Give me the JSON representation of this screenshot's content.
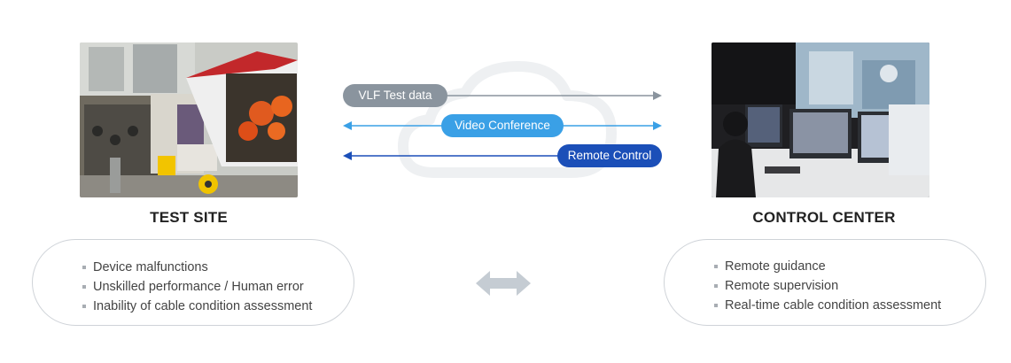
{
  "test_site": {
    "title": "TEST SITE",
    "items": [
      "Device malfunctions",
      "Unskilled performance / Human error",
      "Inability of cable condition assessment"
    ]
  },
  "control_center": {
    "title": "CONTROL CENTER",
    "items": [
      "Remote guidance",
      "Remote supervision",
      "Real-time cable condition assessment"
    ]
  },
  "links": [
    {
      "label": "VLF Test data",
      "direction": "to-control-center",
      "color": "#8a949e"
    },
    {
      "label": "Video Conference",
      "direction": "both",
      "color": "#3aa0e6"
    },
    {
      "label": "Remote Control",
      "direction": "to-test-site",
      "color": "#1b4fb8"
    }
  ],
  "colors": {
    "cloud": "#eef0f2",
    "pill_border": "#cfd3d8",
    "double_arrow": "#c5ccd3"
  }
}
